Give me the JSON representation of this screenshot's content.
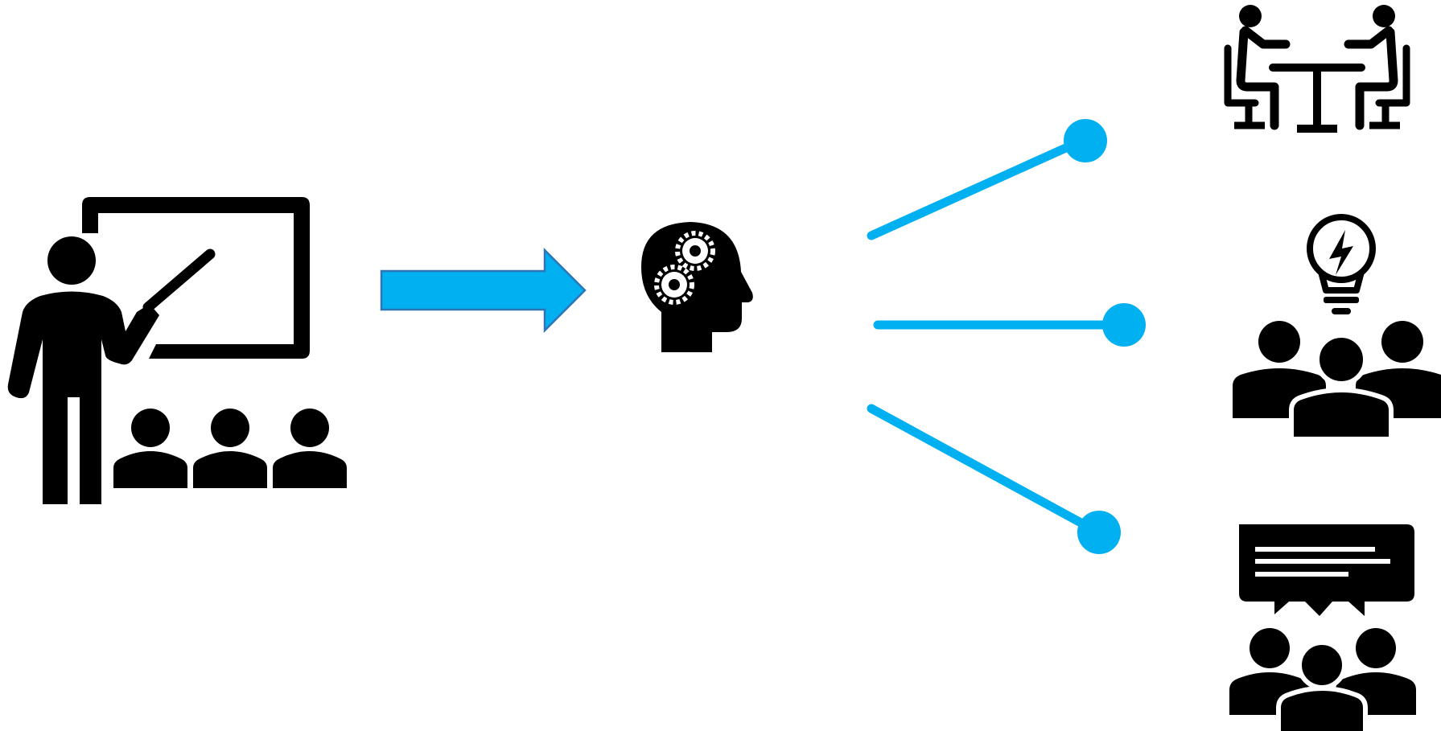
{
  "diagram": {
    "type": "flow",
    "nodes": [
      {
        "id": "teacher",
        "icon": "teacher-presentation-icon"
      },
      {
        "id": "mind",
        "icon": "head-gears-icon"
      },
      {
        "id": "meeting",
        "icon": "two-people-meeting-icon"
      },
      {
        "id": "ideas",
        "icon": "group-lightbulb-icon"
      },
      {
        "id": "discussion",
        "icon": "group-discussion-icon"
      }
    ],
    "edges": [
      {
        "from": "teacher",
        "to": "mind",
        "style": "arrow"
      },
      {
        "from": "mind",
        "to": "meeting",
        "style": "pin-line"
      },
      {
        "from": "mind",
        "to": "ideas",
        "style": "pin-line"
      },
      {
        "from": "mind",
        "to": "discussion",
        "style": "pin-line"
      }
    ]
  },
  "colors": {
    "accent": "#00b0f0",
    "accent_border": "#2e75b6",
    "icon": "#000000",
    "background": "#ffffff"
  }
}
